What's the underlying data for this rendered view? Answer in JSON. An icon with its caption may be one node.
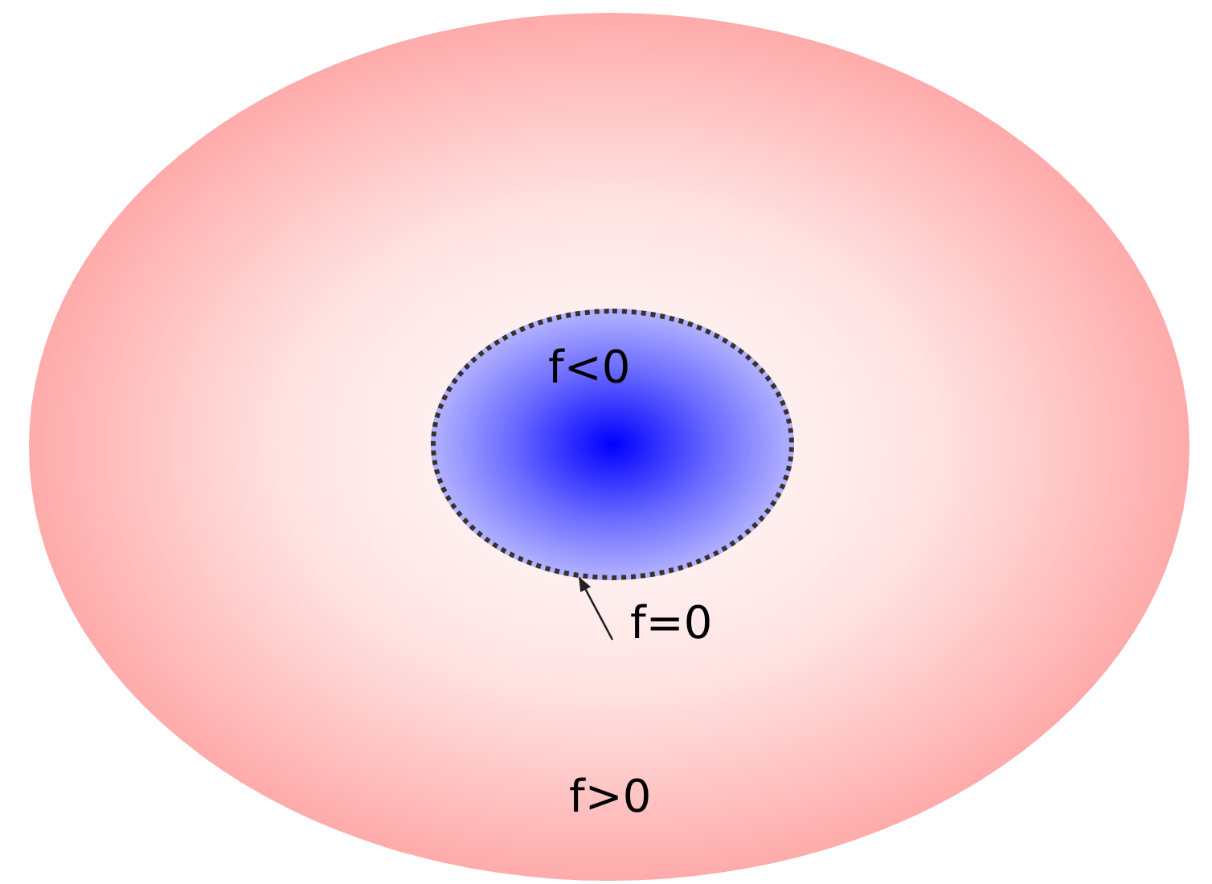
{
  "diagram": {
    "nodes": [
      {
        "text": [
          "f>0"
        ]
      },
      {
        "text": [
          "f<0"
        ],
        "in": 0
      },
      {
        "text": [
          "f=0"
        ],
        "in": 0
      }
    ],
    "edges": [
      {
        "from": 2,
        "to": 1,
        "arrow": "to"
      }
    ]
  }
}
